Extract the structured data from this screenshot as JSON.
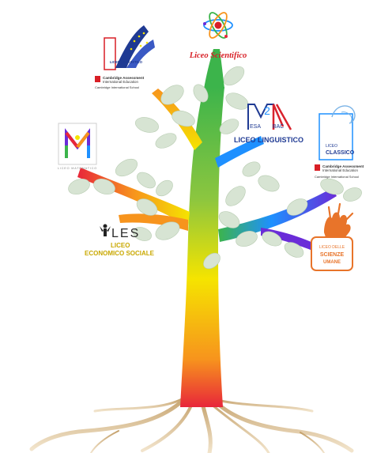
{
  "branches": {
    "scientifico": {
      "label": "Liceo Scientifico"
    },
    "linguistico_cambridge": {
      "logo_text": "LICEO LINGUISTICO",
      "cambridge_line1": "Cambridge Assessment",
      "cambridge_line2": "International Education",
      "cambridge_line3": "Cambridge International School"
    },
    "matematico": {
      "caption": "LICEO MATEMATICO"
    },
    "linguistico_esabac": {
      "esa": "ESA",
      "bac": "BAC",
      "number": "2",
      "label": "LICEO LINGUISTICO"
    },
    "classico": {
      "logo_line1": "LICEO",
      "logo_line2": "CLASSICO",
      "cambridge_line1": "Cambridge Assessment",
      "cambridge_line2": "International Education",
      "cambridge_line3": "Cambridge International School"
    },
    "economico_sociale": {
      "acronym": "LES",
      "line1": "LICEO",
      "line2": "ECONOMICO SOCIALE"
    },
    "scienze_umane": {
      "line1": "LICEO DELLE",
      "line2": "SCIENZE",
      "line3": "UMANE"
    }
  },
  "colors": {
    "red": "#e8263a",
    "orange": "#f7941d",
    "yellow": "#f5e400",
    "green": "#3cb44b",
    "blue": "#1e90ff",
    "violet": "#6a2cd8",
    "leaf": "#d7e4d3",
    "scientifico": "#d81f26",
    "economico": "#c9a800",
    "esabac_blue": "#1f3a93",
    "esabac_red": "#d9232e",
    "umane": "#e8742a"
  }
}
